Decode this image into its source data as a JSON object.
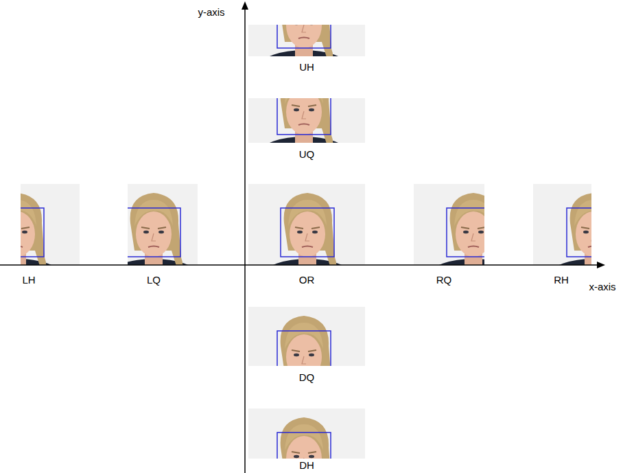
{
  "diagram": {
    "labels": [
      "y-axis",
      "x-axis",
      "LH",
      "LQ",
      "OR",
      "RQ",
      "RH",
      "UH",
      "UQ",
      "DQ",
      "DH"
    ]
  }
}
